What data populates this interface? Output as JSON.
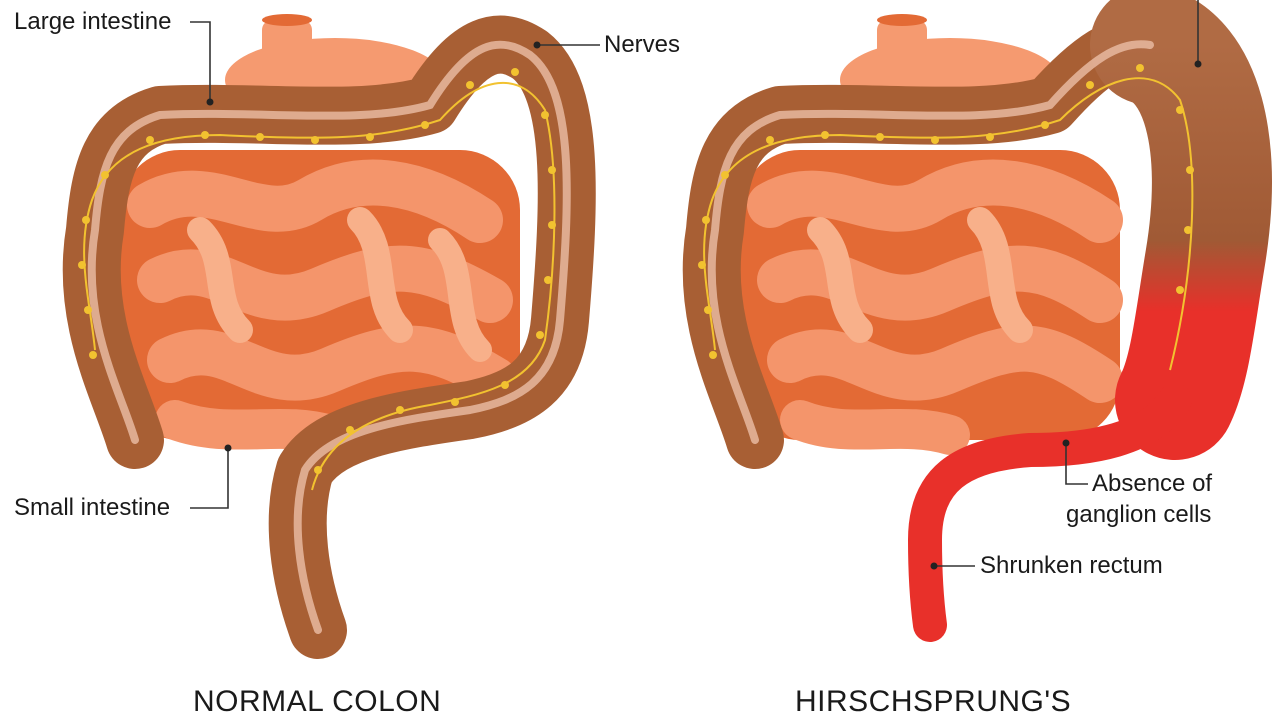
{
  "labels": {
    "large_intestine": "Large intestine",
    "nerves": "Nerves",
    "small_intestine": "Small intestine",
    "absence_line1": "Absence of",
    "absence_line2": "ganglion cells",
    "shrunken_rectum": "Shrunken rectum"
  },
  "captions": {
    "left": "NORMAL COLON",
    "right": "HIRSCHSPRUNG'S"
  },
  "colors": {
    "colon": "#a85f34",
    "colon_dark": "#7a3f1e",
    "colon_lining": "#e8b9a0",
    "small_intestine": "#f4956b",
    "small_intestine_light": "#f8b08a",
    "small_intestine_dark": "#e36a35",
    "stomach": "#f59a70",
    "nerve": "#f2c230",
    "inflamed": "#e8302a",
    "leader": "#333333"
  }
}
